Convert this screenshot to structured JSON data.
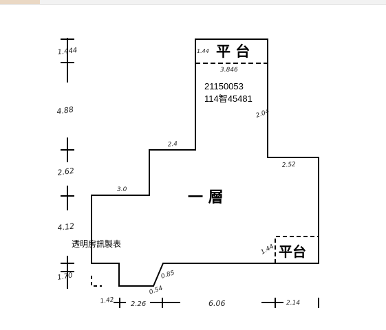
{
  "room_labels": {
    "floor": "一 層",
    "balcony_top": "平 台",
    "balcony_right": "平台"
  },
  "case_numbers": {
    "line1": "21150053",
    "line2": "114智45481"
  },
  "source_note": "透明房訊製表",
  "dimensions": {
    "left_1": "1.444",
    "left_2": "4.88",
    "left_3": "2.62",
    "left_4": "4.12",
    "left_5": "1.70",
    "top_balcony_left": "1.44",
    "top_balcony_width": "3.846",
    "upper_step": "2.4",
    "right_diag": "2.04",
    "right_step": "2.52",
    "left_step": "3.0",
    "right_balcony": "1.44",
    "notch_upper": "0.85",
    "notch_lower": "0.54",
    "bottom_1": "1.42",
    "bottom_2": "2.26",
    "bottom_3": "6.06",
    "bottom_4": "2.14"
  },
  "colors": {
    "line": "#000000",
    "handwriting": "#222222",
    "topbar": "#f2f2f2",
    "topbar_accent": "#ead8c4"
  }
}
